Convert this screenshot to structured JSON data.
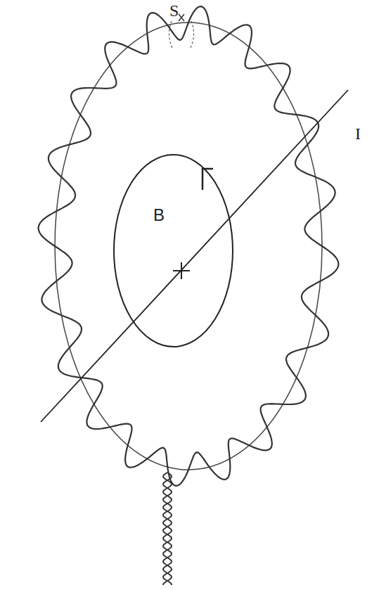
{
  "diagram": {
    "nodes": [
      {
        "text": [
          "B"
        ]
      }
    ],
    "labels": [
      "S",
      "I"
    ]
  }
}
